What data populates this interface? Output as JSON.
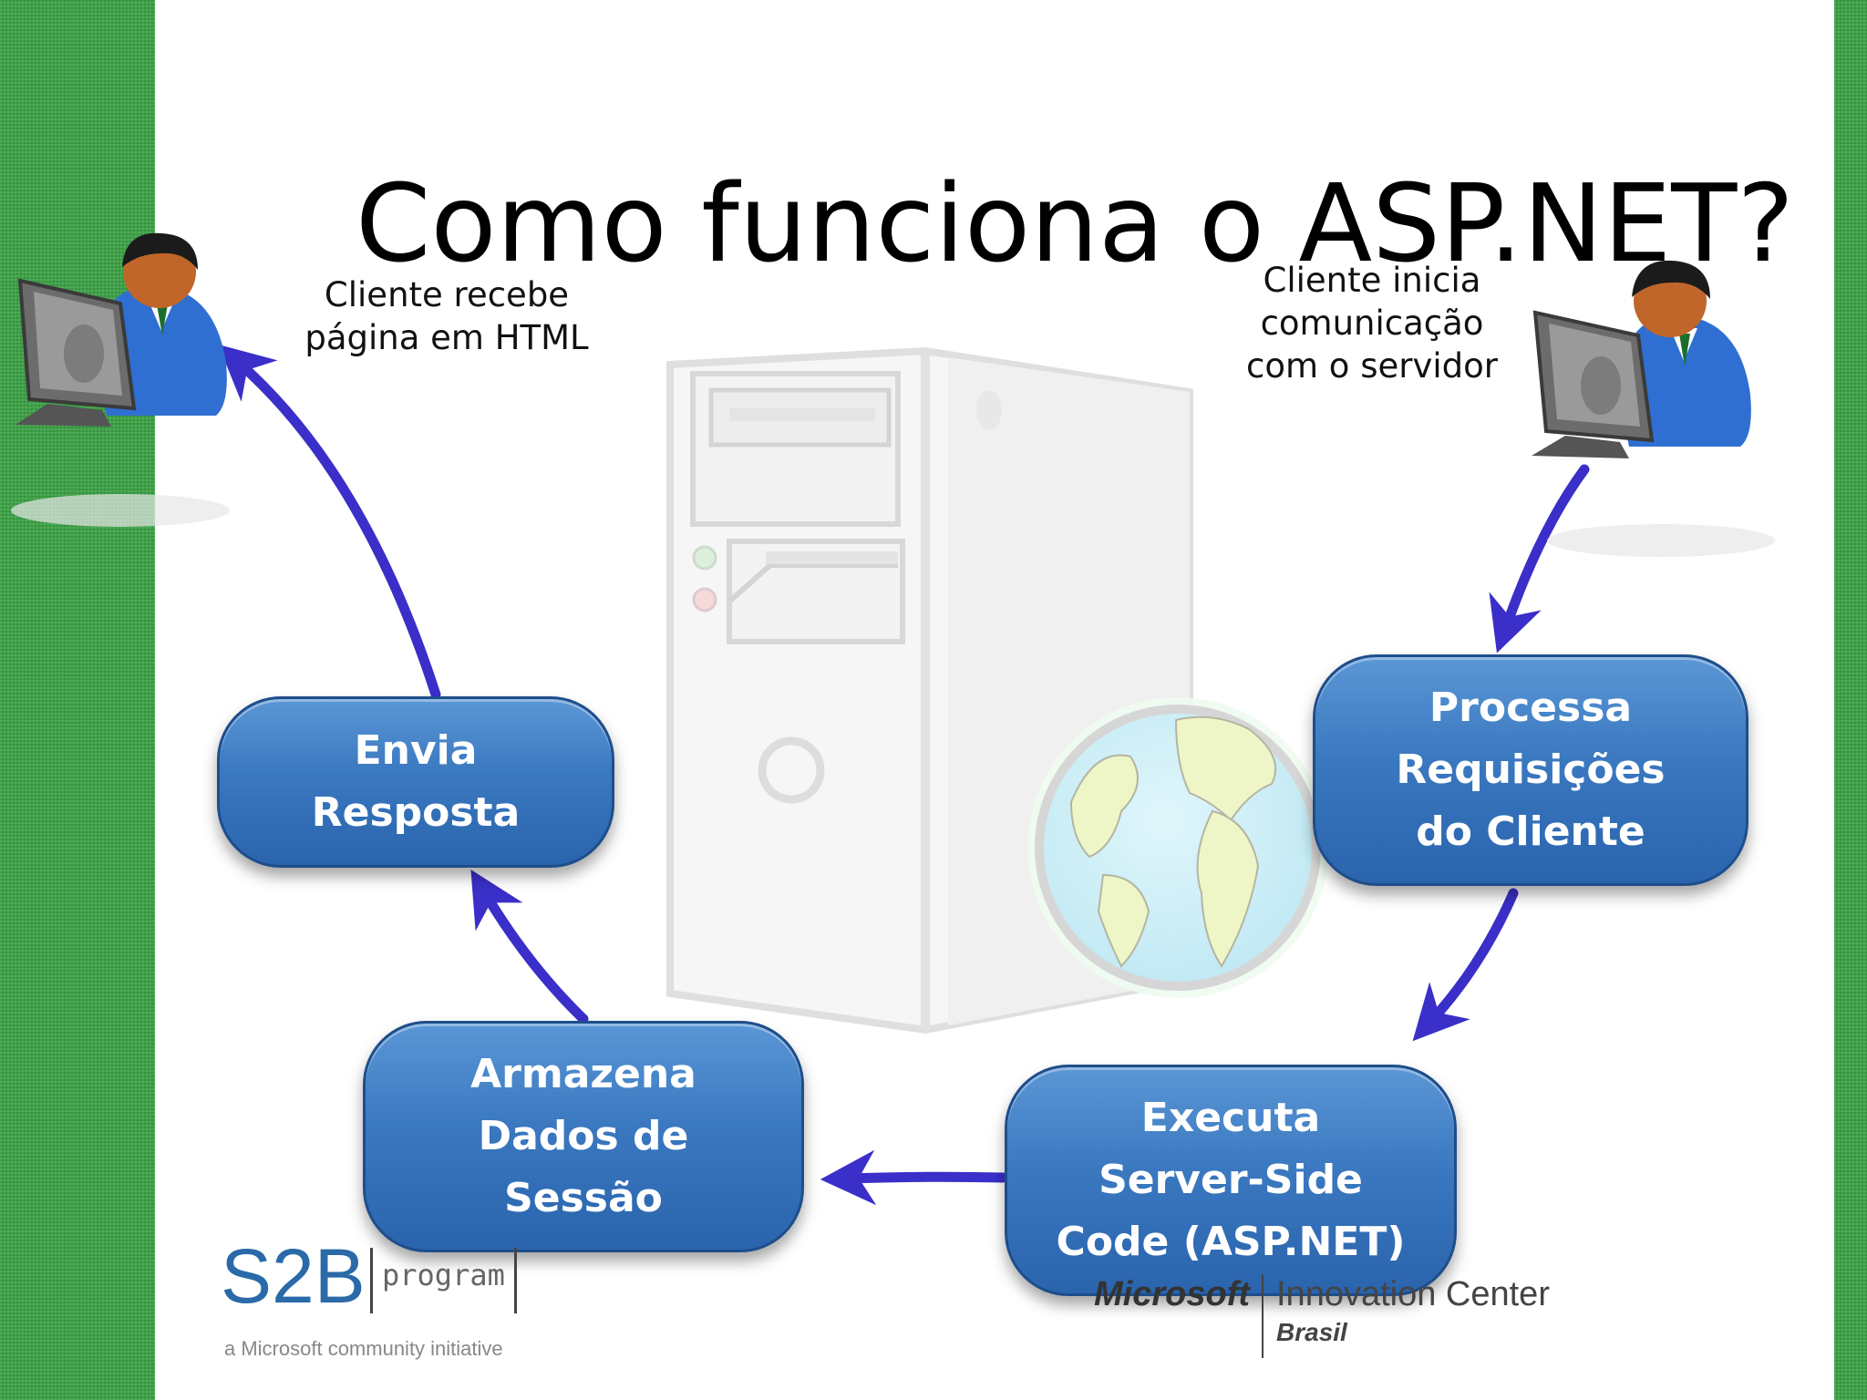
{
  "slide": {
    "title": "Como funciona o ASP.NET?",
    "captions": {
      "left": "Cliente recebe\npágina em HTML",
      "right": "Cliente inicia\ncomunicação\ncom o servidor"
    },
    "nodes": {
      "envia": "Envia\nResposta",
      "processa": "Processa\nRequisições\ndo Cliente",
      "armazena": "Armazena\nDados de\nSessão",
      "executa": "Executa\nServer-Side\nCode (ASP.NET)"
    }
  },
  "logos": {
    "s2b_mark": "S2B",
    "s2b_program": "program",
    "s2b_tagline": "a Microsoft community initiative",
    "msic_brand": "Microsoft",
    "msic_name": "Innovation Center",
    "msic_country": "Brasil"
  },
  "colors": {
    "background_band": "#3aa144",
    "node_fill": "#3a78c0",
    "arrow": "#3a2fc8",
    "user_shirt": "#2f6fd1"
  },
  "icons": {
    "server": "server-tower-icon",
    "globe": "globe-icon",
    "client_left": "user-computer-icon",
    "client_right": "user-computer-icon"
  }
}
